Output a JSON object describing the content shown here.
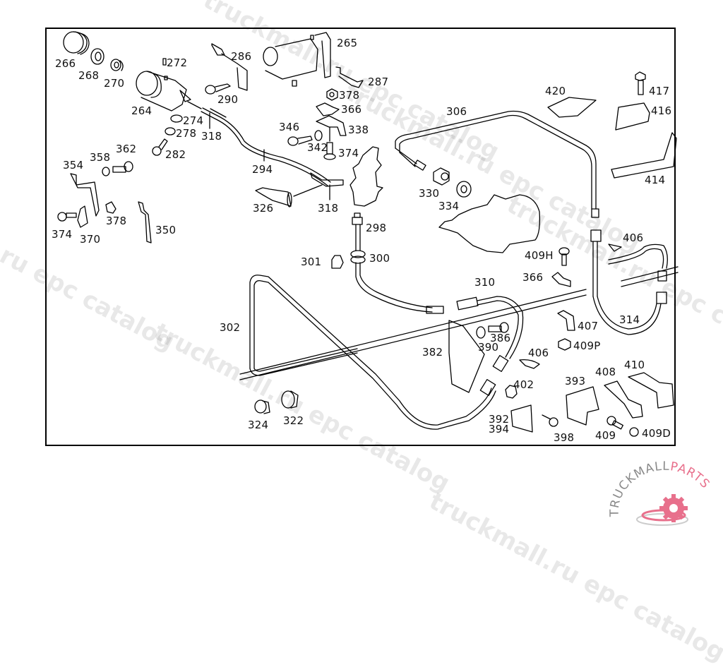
{
  "diagram": {
    "title": "Clutch hydraulic system parts diagram",
    "part_labels": [
      {
        "id": "266",
        "text": "266"
      },
      {
        "id": "268",
        "text": "268"
      },
      {
        "id": "270",
        "text": "270"
      },
      {
        "id": "272",
        "text": "272"
      },
      {
        "id": "264",
        "text": "264"
      },
      {
        "id": "274",
        "text": "274"
      },
      {
        "id": "278",
        "text": "278"
      },
      {
        "id": "282",
        "text": "282"
      },
      {
        "id": "318a",
        "text": "318"
      },
      {
        "id": "286",
        "text": "286"
      },
      {
        "id": "290",
        "text": "290"
      },
      {
        "id": "265",
        "text": "265"
      },
      {
        "id": "287",
        "text": "287"
      },
      {
        "id": "378a",
        "text": "378"
      },
      {
        "id": "366a",
        "text": "366"
      },
      {
        "id": "338",
        "text": "338"
      },
      {
        "id": "346",
        "text": "346"
      },
      {
        "id": "342",
        "text": "342"
      },
      {
        "id": "374a",
        "text": "374"
      },
      {
        "id": "294",
        "text": "294"
      },
      {
        "id": "326",
        "text": "326"
      },
      {
        "id": "318b",
        "text": "318"
      },
      {
        "id": "298",
        "text": "298"
      },
      {
        "id": "301",
        "text": "301"
      },
      {
        "id": "300",
        "text": "300"
      },
      {
        "id": "354",
        "text": "354"
      },
      {
        "id": "358",
        "text": "358"
      },
      {
        "id": "362",
        "text": "362"
      },
      {
        "id": "378b",
        "text": "378"
      },
      {
        "id": "374b",
        "text": "374"
      },
      {
        "id": "370",
        "text": "370"
      },
      {
        "id": "350",
        "text": "350"
      },
      {
        "id": "306",
        "text": "306"
      },
      {
        "id": "330",
        "text": "330"
      },
      {
        "id": "334",
        "text": "334"
      },
      {
        "id": "420",
        "text": "420"
      },
      {
        "id": "417",
        "text": "417"
      },
      {
        "id": "416",
        "text": "416"
      },
      {
        "id": "414",
        "text": "414"
      },
      {
        "id": "406a",
        "text": "406"
      },
      {
        "id": "409H",
        "text": "409H"
      },
      {
        "id": "366b",
        "text": "366"
      },
      {
        "id": "310",
        "text": "310"
      },
      {
        "id": "314",
        "text": "314"
      },
      {
        "id": "407",
        "text": "407"
      },
      {
        "id": "409P",
        "text": "409P"
      },
      {
        "id": "302",
        "text": "302"
      },
      {
        "id": "382",
        "text": "382"
      },
      {
        "id": "390",
        "text": "390"
      },
      {
        "id": "386",
        "text": "386"
      },
      {
        "id": "406b",
        "text": "406"
      },
      {
        "id": "402",
        "text": "402"
      },
      {
        "id": "393",
        "text": "393"
      },
      {
        "id": "408",
        "text": "408"
      },
      {
        "id": "410",
        "text": "410"
      },
      {
        "id": "392",
        "text": "392"
      },
      {
        "id": "394",
        "text": "394"
      },
      {
        "id": "398",
        "text": "398"
      },
      {
        "id": "409",
        "text": "409"
      },
      {
        "id": "409D",
        "text": "409D"
      },
      {
        "id": "324",
        "text": "324"
      },
      {
        "id": "322",
        "text": "322"
      }
    ]
  },
  "watermarks": [
    "truckmall.ru epc catalog",
    "truckmall.ru epc catalog",
    "l.ru epc catalog",
    "truckmall.ru epc catalog",
    "truckmall.ru epc catalog",
    "truckmall.ru epc catalog"
  ],
  "logo": {
    "text_primary": "TRUCKMALL",
    "text_accent": "PARTS",
    "colors": {
      "primary": "#8a8a8a",
      "accent": "#e8708c"
    }
  }
}
